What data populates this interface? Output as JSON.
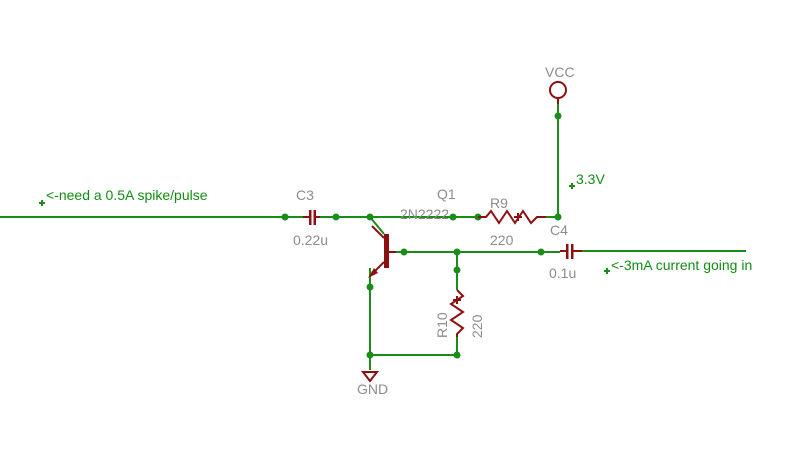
{
  "diagram": {
    "vcc": {
      "label": "VCC"
    },
    "gnd": {
      "label": "GND"
    },
    "net_labels": {
      "input": "<-need a 0.5A spike/pulse",
      "output": "<-3mA current going in",
      "supply": "3.3V"
    },
    "c3": {
      "name": "C3",
      "value": "0.22u"
    },
    "c4": {
      "name": "C4",
      "value": "0.1u"
    },
    "q1": {
      "name": "Q1",
      "value": "2N2222"
    },
    "r9": {
      "name": "R9",
      "value": "220"
    },
    "r10": {
      "name": "R10",
      "value": "220"
    }
  },
  "colors": {
    "wire": "#1a8c1a",
    "component": "#8c1010",
    "label_gray": "#8c8c8c",
    "net_label_green": "#138c13",
    "background": "#ffffff"
  }
}
